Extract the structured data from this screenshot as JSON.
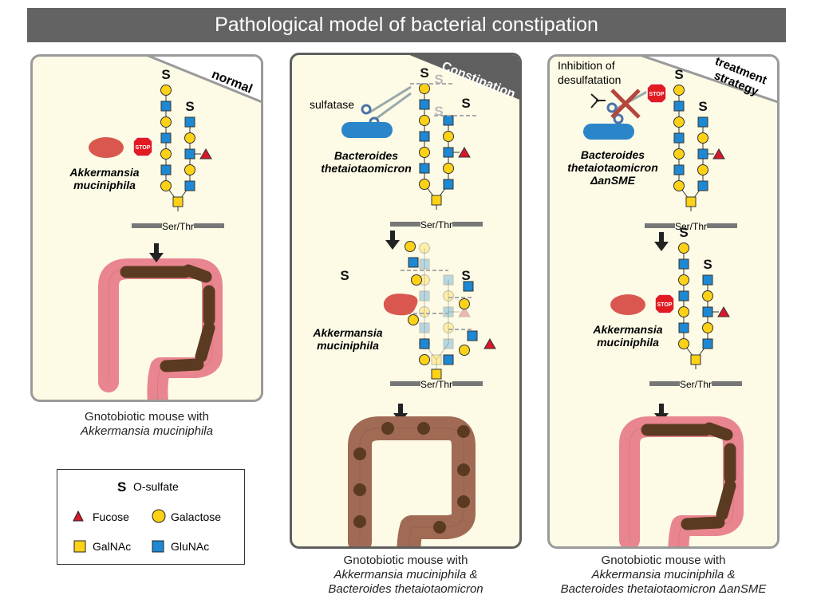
{
  "title": "Pathological model of bacterial constipation",
  "panels": [
    {
      "tag": "normal",
      "bacteria": [
        {
          "name_line1": "Akkermansia",
          "name_line2": "muciniphila",
          "color": "#d9574f"
        }
      ],
      "stop_label": "STOP",
      "anchor_label": "Ser/Thr",
      "sulfate_label": "S",
      "caption_line1": "Gnotobiotic mouse with",
      "caption_line2": "Akkermansia muciniphila"
    },
    {
      "tag": "Constipation",
      "enzyme_label": "sulfatase",
      "bacteria": [
        {
          "name_line1": "Bacteroides",
          "name_line2": "thetaiotaomicron",
          "color": "#2b86c9"
        },
        {
          "name_line1": "Akkermansia",
          "name_line2": "muciniphila",
          "color": "#d9574f"
        }
      ],
      "anchor_label": "Ser/Thr",
      "sulfate_label": "S",
      "caption_line1": "Gnotobiotic mouse with",
      "caption_line2": "Akkermansia muciniphila &",
      "caption_line3": "Bacteroides thetaiotaomicron"
    },
    {
      "tag_line1": "treatment",
      "tag_line2": "strategy",
      "inhibition_line1": "Inhibition of",
      "inhibition_line2": "desulfatation",
      "bacteria": [
        {
          "name_line1": "Bacteroides",
          "name_line2": "thetaiotaomicron",
          "name_line3": "ΔanSME",
          "color": "#2b86c9"
        },
        {
          "name_line1": "Akkermansia",
          "name_line2": "muciniphila",
          "color": "#d9574f"
        }
      ],
      "stop_label": "STOP",
      "anchor_label": "Ser/Thr",
      "sulfate_label": "S",
      "caption_line1": "Gnotobiotic mouse with",
      "caption_line2": "Akkermansia muciniphila &",
      "caption_line3": "Bacteroides thetaiotaomicron ΔanSME"
    }
  ],
  "legend": {
    "items": [
      {
        "symbol": "S",
        "label": "O-sulfate"
      },
      {
        "symbol": "triangle",
        "label": "Fucose",
        "color": "#d7182a"
      },
      {
        "symbol": "circle",
        "label": "Galactose",
        "color": "#fcd116"
      },
      {
        "symbol": "square",
        "label": "GalNAc",
        "color": "#fcd116"
      },
      {
        "symbol": "square",
        "label": "GluNAc",
        "color": "#1e88d3"
      }
    ]
  },
  "colors": {
    "title_bg": "#636363",
    "panel_bg": "#fdfbe6",
    "galactose": "#fcd116",
    "glunac": "#1e88d3",
    "fucose": "#d7182a",
    "colon_pink": "#e9858f",
    "feces": "#5b3a22",
    "colon_brown": "#a06a55"
  }
}
